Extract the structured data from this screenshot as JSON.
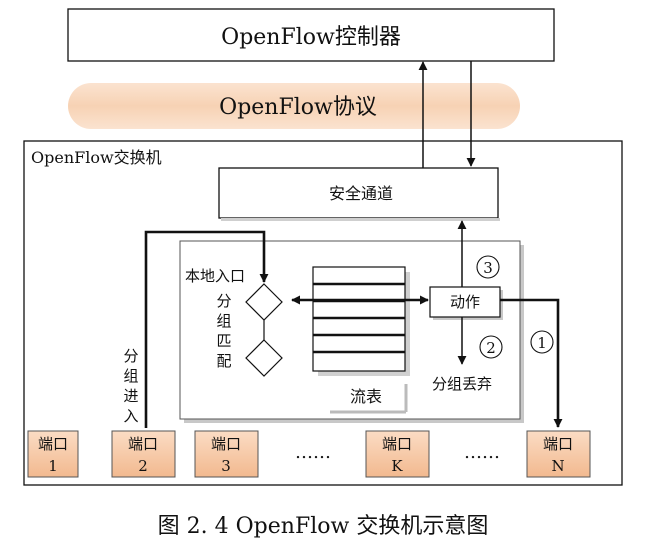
{
  "controller": {
    "label": "OpenFlow控制器"
  },
  "protocol": {
    "label": "OpenFlow协议"
  },
  "switch": {
    "label": "OpenFlow交换机"
  },
  "secure_channel": {
    "label": "安全通道"
  },
  "local_ingress": {
    "label": "本地入口"
  },
  "packet_match": {
    "chars": [
      "分",
      "组",
      "匹",
      "配"
    ]
  },
  "packet_in": {
    "chars": [
      "分",
      "组",
      "进",
      "入"
    ]
  },
  "flow_table": {
    "label": "流表"
  },
  "action": {
    "label": "动作"
  },
  "packet_drop": {
    "label": "分组丢弃"
  },
  "markers": {
    "m1": "1",
    "m2": "2",
    "m3": "3"
  },
  "ports": [
    {
      "name": "端口",
      "num": "1"
    },
    {
      "name": "端口",
      "num": "2"
    },
    {
      "name": "端口",
      "num": "3"
    },
    {
      "name": "端口",
      "num": "K"
    },
    {
      "name": "端口",
      "num": "N"
    }
  ],
  "ellipsis": "……",
  "caption": "图 2. 4 OpenFlow 交换机示意图",
  "colors": {
    "protocol_band": "#f7d2b4",
    "port_fill": "#f7c6a3",
    "line": "#111111"
  }
}
